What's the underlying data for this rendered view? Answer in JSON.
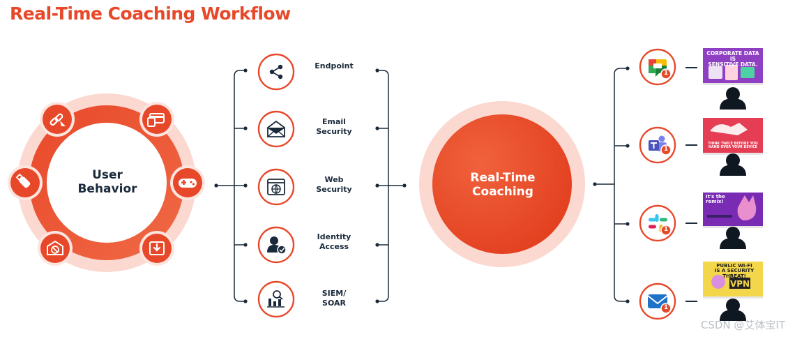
{
  "title": "Real-Time Coaching Workflow",
  "user_behavior": {
    "label": "User\nBehavior",
    "orbit_icons": [
      "link-chain-icon",
      "credit-card-icon",
      "gamepad-icon",
      "download-icon",
      "email-blocked-icon",
      "usb-drive-icon"
    ]
  },
  "categories": [
    {
      "label": "Endpoint",
      "icon": "share-nodes-icon"
    },
    {
      "label": "Email\nSecurity",
      "icon": "envelope-open-icon"
    },
    {
      "label": "Web\nSecurity",
      "icon": "browser-globe-icon"
    },
    {
      "label": "Identity\nAccess",
      "icon": "user-check-icon"
    },
    {
      "label": "SIEM/\nSOAR",
      "icon": "analytics-search-icon"
    }
  ],
  "coaching": {
    "label": "Real-Time\nCoaching"
  },
  "channels": [
    {
      "app": "google-chat-icon",
      "badge": "1",
      "banner": "CORPORATE DATA IS\nSENSITIVE DATA."
    },
    {
      "app": "microsoft-teams-icon",
      "badge": "1",
      "banner": "THINK TWICE BEFORE YOU\nHAND OVER YOUR DEVICE"
    },
    {
      "app": "slack-icon",
      "badge": "1",
      "banner": "It's the remix!"
    },
    {
      "app": "email-icon",
      "badge": "1",
      "banner": "PUBLIC WI-FI\nIS A SECURITY THREAT!"
    }
  ],
  "colors": {
    "accent": "#e8482a",
    "dark": "#1b2a3b",
    "pale_ring": "#fbd8d0"
  },
  "watermark": "CSDN @艾体宝IT"
}
